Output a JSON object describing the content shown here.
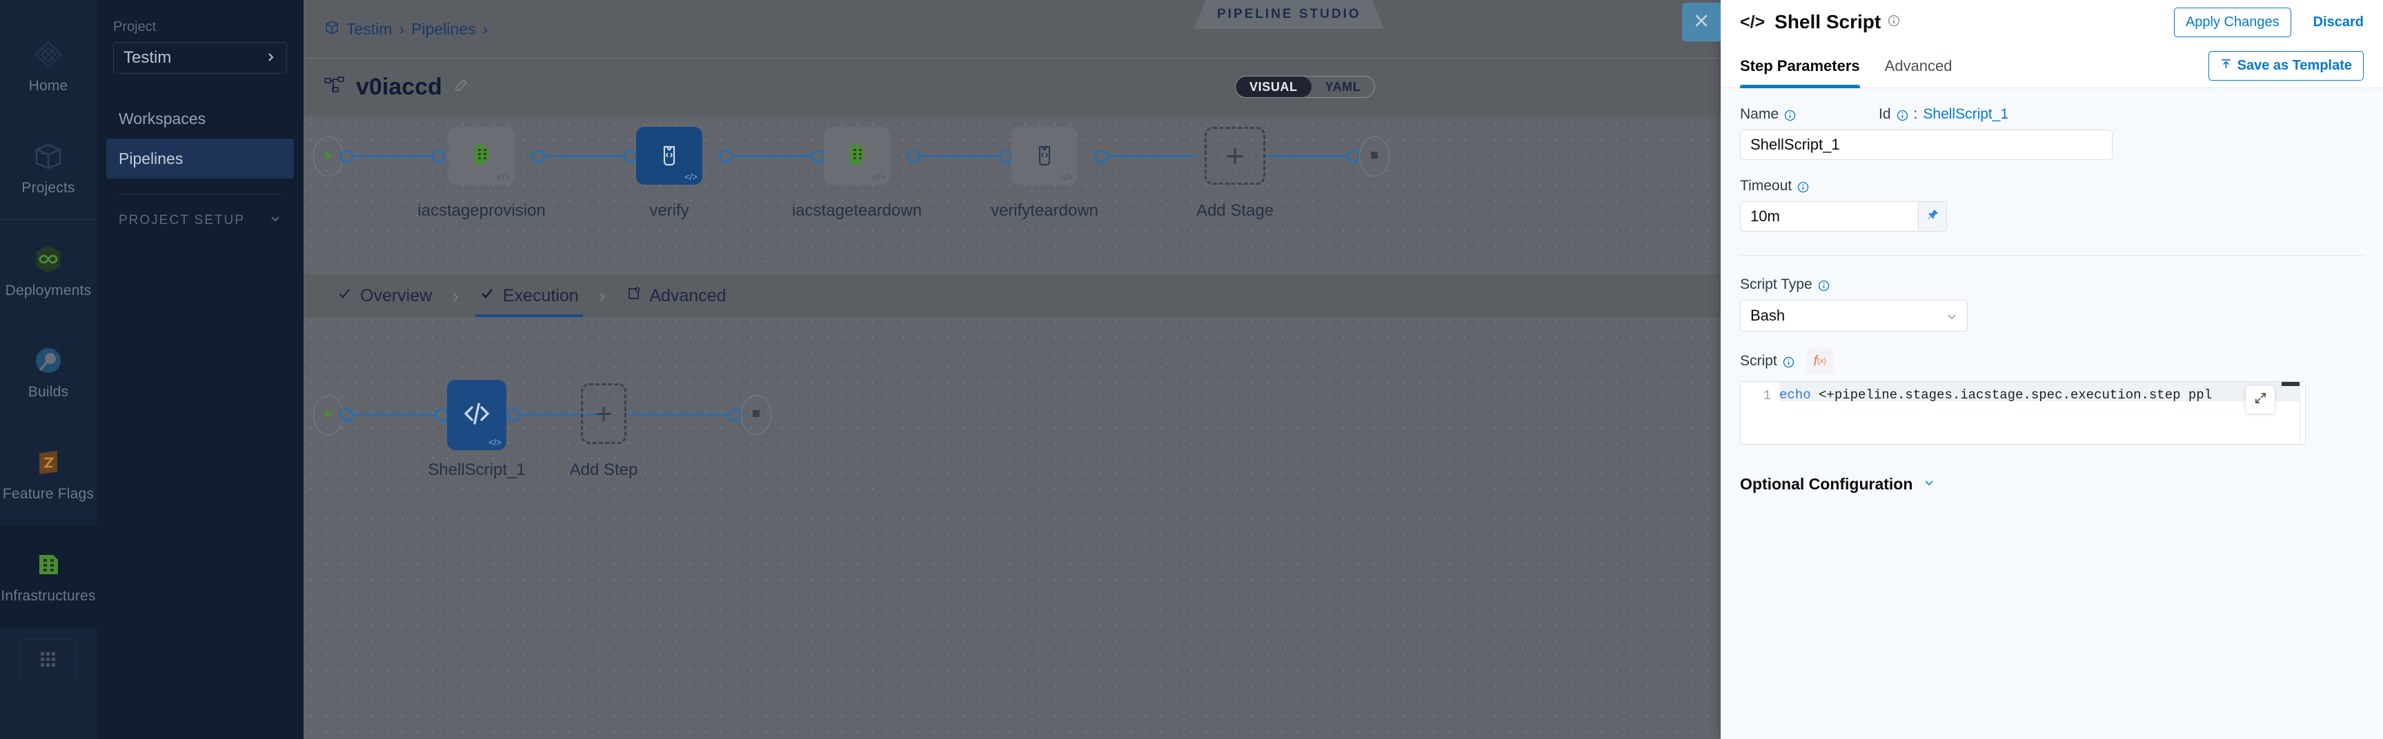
{
  "rail": {
    "items": [
      {
        "label": "Home",
        "icon": "home-diamond-icon"
      },
      {
        "label": "Projects",
        "icon": "box-icon"
      },
      {
        "label": "Deployments",
        "icon": "infinity-icon"
      },
      {
        "label": "Builds",
        "icon": "gear-circle-icon"
      },
      {
        "label": "Feature Flags",
        "icon": "flag-icon"
      },
      {
        "label": "Infrastructures",
        "icon": "network-icon"
      }
    ],
    "grid_icon": "apps-grid-icon"
  },
  "project_sidebar": {
    "section_label": "Project",
    "project_name": "Testim",
    "chevron_icon": "chevron-right-icon",
    "nav": [
      {
        "label": "Workspaces",
        "active": false
      },
      {
        "label": "Pipelines",
        "active": true
      }
    ],
    "setup_label": "PROJECT SETUP",
    "setup_chevron_icon": "chevron-down-icon"
  },
  "header": {
    "breadcrumb_icon": "cube-icon",
    "breadcrumb": [
      "Testim",
      "Pipelines"
    ],
    "breadcrumb_separator": "›",
    "studio_tag": "PIPELINE STUDIO",
    "pipeline_icon": "pipeline-nodes-icon",
    "pipeline_name": "v0iaccd",
    "edit_icon": "pencil-icon",
    "view_toggle": {
      "options": [
        "VISUAL",
        "YAML"
      ],
      "selected": "VISUAL"
    }
  },
  "canvas": {
    "stages": [
      {
        "name": "iacstageprovision",
        "icon": "iac-green-icon",
        "selected": false
      },
      {
        "name": "verify",
        "icon": "code-brackets-icon",
        "selected": true
      },
      {
        "name": "iacstageteardown",
        "icon": "iac-green-icon",
        "selected": false
      },
      {
        "name": "verifyteardown",
        "icon": "code-brackets-icon",
        "selected": false
      }
    ],
    "add_stage_label": "Add Stage",
    "add_stage_icon": "plus-icon",
    "start_icon": "play-icon",
    "end_icon": "stop-icon",
    "tabs": [
      {
        "label": "Overview",
        "icon": "check-icon",
        "active": false
      },
      {
        "label": "Execution",
        "icon": "check-icon",
        "active": true
      },
      {
        "label": "Advanced",
        "icon": "advanced-gear-icon",
        "active": false
      }
    ],
    "tab_separator": "›",
    "steps": [
      {
        "name": "ShellScript_1",
        "icon": "code-slash-icon",
        "selected": true
      }
    ],
    "add_step_label": "Add Step",
    "add_step_icon": "plus-icon"
  },
  "drawer": {
    "close_icon": "close-icon",
    "title_icon": "code-slash-icon",
    "title": "Shell Script",
    "title_info_icon": "info-icon",
    "apply_label": "Apply Changes",
    "discard_label": "Discard",
    "tabs": [
      {
        "label": "Step Parameters",
        "active": true
      },
      {
        "label": "Advanced",
        "active": false
      }
    ],
    "save_template_label": "Save as Template",
    "save_template_icon": "upload-icon",
    "fields": {
      "name_label": "Name",
      "name_value": "ShellScript_1",
      "id_label": "Id",
      "id_separator": ":",
      "id_value": "ShellScript_1",
      "timeout_label": "Timeout",
      "timeout_value": "10m",
      "pin_icon": "pin-icon",
      "script_type_label": "Script Type",
      "script_type_value": "Bash",
      "script_type_chevron": "chevron-down-icon",
      "script_label": "Script",
      "fx_label": "f",
      "fx_sub": "(x)",
      "script_line_number": "1",
      "script_keyword": "echo",
      "script_text": " <+pipeline.stages.iacstage.spec.execution.step   ppl",
      "expand_icon": "expand-icon"
    },
    "optional_config_label": "Optional Configuration",
    "optional_config_chevron": "chevron-down-icon"
  },
  "colors": {
    "accent_blue": "#0278d4",
    "node_selected": "#1b4a85",
    "rail_bg": "#16243a",
    "sidebar_bg": "#111d30",
    "canvas_bg": "#62666c",
    "drawer_bg": "#f7fafd"
  }
}
